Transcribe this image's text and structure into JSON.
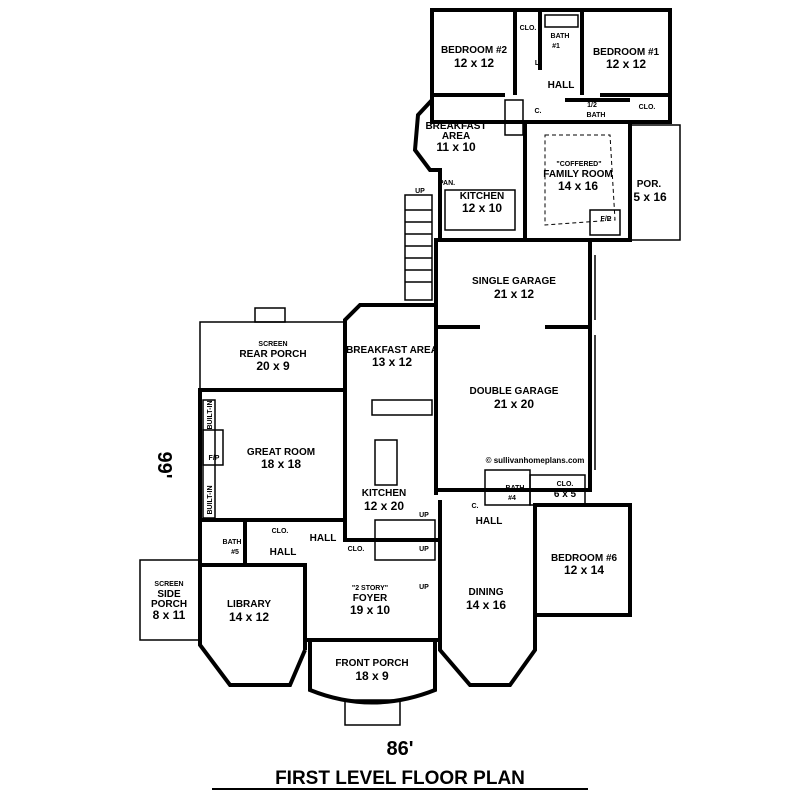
{
  "title": "FIRST LEVEL FLOOR PLAN",
  "width_dim": "86'",
  "depth_dim": "99'",
  "watermark": "© sullivanhomeplans.com",
  "rooms": {
    "bedroom2": {
      "name": "BEDROOM #2",
      "size": "12 x 12"
    },
    "bedroom1": {
      "name": "BEDROOM #1",
      "size": "12 x 12"
    },
    "bath1": {
      "name": "BATH",
      "num": "#1"
    },
    "clo_top": "CLO.",
    "l": "L.",
    "hall_top": "HALL",
    "half_bath": {
      "name": "1/2",
      "num": "BATH"
    },
    "clo_top_right": "CLO.",
    "c_top": "C.",
    "breakfast_upper": {
      "name": "BREAKFAST",
      "name2": "AREA",
      "size": "11 x 10"
    },
    "family_room": {
      "note": "\"COFFERED\"",
      "name": "FAMILY ROOM",
      "size": "14 x 16"
    },
    "porch_right": {
      "name": "POR.",
      "size": "5 x 16"
    },
    "pan": "PAN.",
    "kitchen_upper": {
      "name": "KITCHEN",
      "size": "12 x 10"
    },
    "fp_upper": "F/P",
    "up_upper": "UP",
    "single_garage": {
      "name": "SINGLE GARAGE",
      "size": "21 x 12"
    },
    "double_garage": {
      "name": "DOUBLE GARAGE",
      "size": "21 x 20"
    },
    "rear_porch": {
      "note": "SCREEN",
      "name": "REAR PORCH",
      "size": "20 x 9"
    },
    "breakfast_main": {
      "name": "BREAKFAST AREA",
      "size": "13 x 12"
    },
    "great_room": {
      "name": "GREAT ROOM",
      "size": "18 x 18"
    },
    "built_in": "BUILT-IN",
    "fp_main": "F/P",
    "kitchen_main": {
      "name": "KITCHEN",
      "size": "12 x 20"
    },
    "bath4": {
      "name": "BATH",
      "num": "#4"
    },
    "clo_6x5": {
      "name": "CLO.",
      "size": "6 x 5"
    },
    "c_mid": "C.",
    "hall_right": "HALL",
    "bedroom6": {
      "name": "BEDROOM #6",
      "size": "12 x 14"
    },
    "bath5": {
      "name": "BATH",
      "num": "#5"
    },
    "clo_left": "CLO.",
    "hall_left": "HALL",
    "hall_center": "HALL",
    "clo_center": "CLO.",
    "up": "UP",
    "side_porch": {
      "note": "SCREEN",
      "name": "SIDE",
      "name2": "PORCH",
      "size": "8 x 11"
    },
    "library": {
      "name": "LIBRARY",
      "size": "14 x 12"
    },
    "foyer": {
      "note": "\"2 STORY\"",
      "name": "FOYER",
      "size": "19 x 10"
    },
    "dining": {
      "name": "DINING",
      "size": "14 x 16"
    },
    "front_porch": {
      "name": "FRONT PORCH",
      "size": "18 x 9"
    }
  }
}
